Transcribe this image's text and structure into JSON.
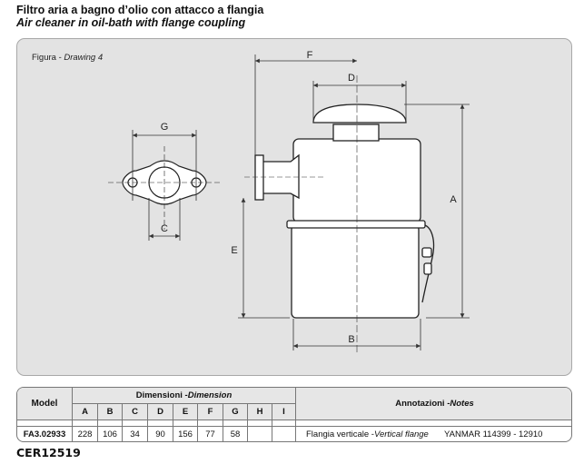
{
  "header": {
    "title_it": "Filtro aria a bagno d’olio con attacco a flangia",
    "title_en": "Air cleaner in oil-bath with flange coupling"
  },
  "figure": {
    "caption_it": "Figura - ",
    "caption_en": "Drawing 4",
    "dimension_labels": {
      "A": "A",
      "B": "B",
      "C": "C",
      "D": "D",
      "E": "E",
      "F": "F",
      "G": "G"
    }
  },
  "table": {
    "model_header": "Model",
    "dimensions_header_it": "Dimensioni - ",
    "dimensions_header_en": "Dimension",
    "notes_header_it": "Annotazioni - ",
    "notes_header_en": "Notes",
    "columns": [
      "A",
      "B",
      "C",
      "D",
      "E",
      "F",
      "G",
      "H",
      "I"
    ],
    "row": {
      "model": "FA3.02933",
      "values": [
        "228",
        "106",
        "34",
        "90",
        "156",
        "77",
        "58",
        "",
        ""
      ],
      "note_it": "Flangia verticale - ",
      "note_en": "Vertical flange",
      "note_ref": "YANMAR 114399 - 12910"
    }
  },
  "footer": {
    "code": "CER12519"
  }
}
